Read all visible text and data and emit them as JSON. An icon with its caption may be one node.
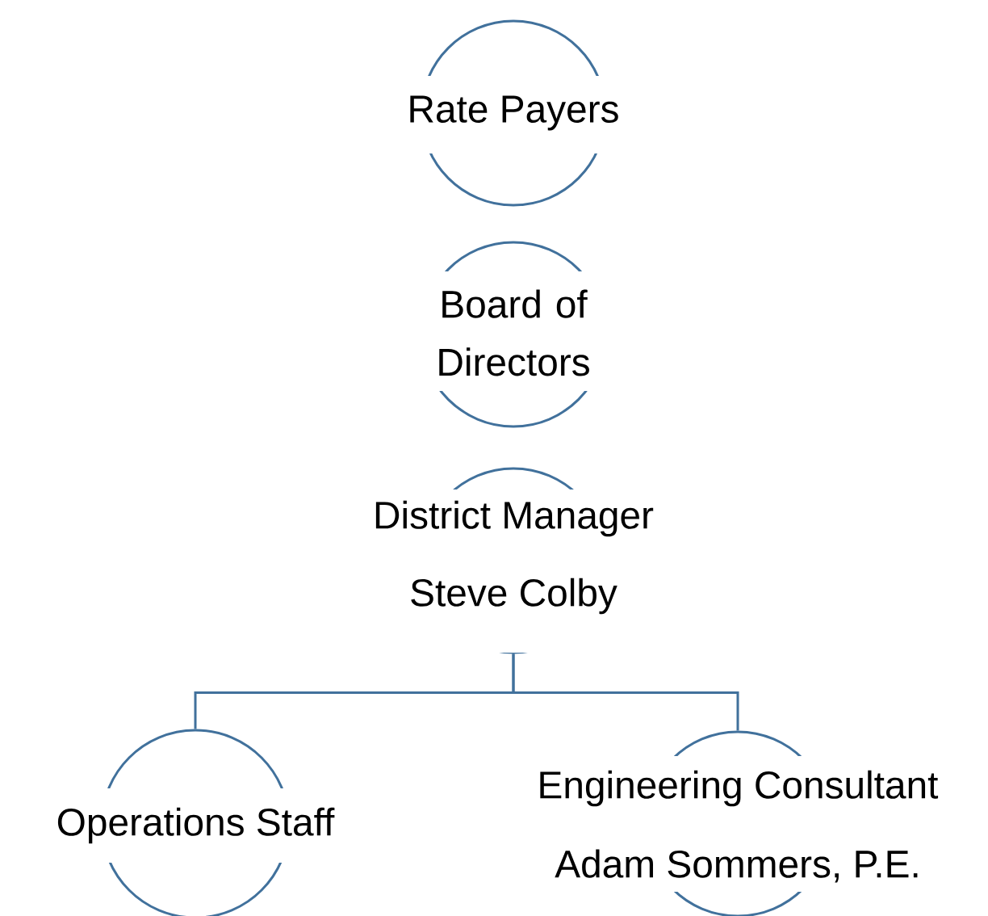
{
  "diagram": {
    "nodes": [
      {
        "text": [
          "Rate Payers"
        ]
      },
      {
        "text": [
          "Board of Directors"
        ]
      },
      {
        "text": [
          "District Manager",
          "Steve Colby"
        ]
      },
      {
        "text": [
          "Operations Staff"
        ]
      },
      {
        "text": [
          "Engineering Consultant",
          "Adam Sommers, P.E."
        ]
      }
    ],
    "edges": [
      {
        "from": 2,
        "to": 3,
        "arrow": "none"
      },
      {
        "from": 2,
        "to": 4,
        "arrow": "none"
      }
    ]
  }
}
